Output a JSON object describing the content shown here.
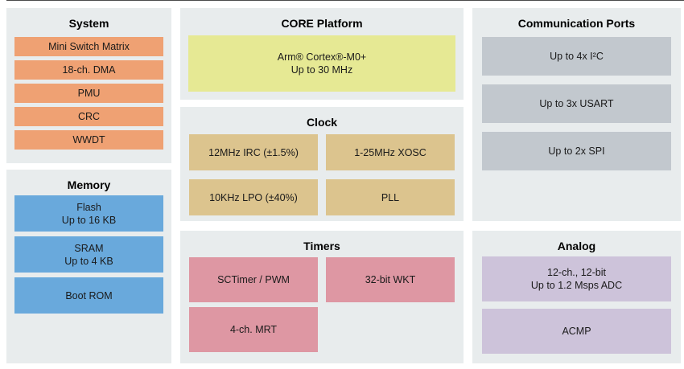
{
  "colors": {
    "panel_bg": "#e8eced",
    "system_block": "#efa173",
    "memory_block": "#69a9dc",
    "core_block": "#e6e994",
    "clock_block": "#dcc48e",
    "timers_block": "#de97a3",
    "comm_block": "#c2c8ce",
    "analog_block": "#cdc3da"
  },
  "panels": {
    "system": {
      "title": "System",
      "blocks": [
        "Mini Switch Matrix",
        "18-ch. DMA",
        "PMU",
        "CRC",
        "WWDT"
      ]
    },
    "memory": {
      "title": "Memory",
      "blocks": [
        "Flash\nUp to 16 KB",
        "SRAM\nUp to 4 KB",
        "Boot ROM"
      ]
    },
    "core": {
      "title": "CORE Platform",
      "blocks": [
        "Arm® Cortex®-M0+\nUp to 30 MHz"
      ]
    },
    "clock": {
      "title": "Clock",
      "blocks": [
        "12MHz IRC (±1.5%)",
        "1-25MHz XOSC",
        "10KHz LPO (±40%)",
        "PLL"
      ]
    },
    "timers": {
      "title": "Timers",
      "blocks": [
        "SCTimer / PWM",
        "32-bit WKT",
        "4-ch. MRT"
      ]
    },
    "comm": {
      "title": "Communication Ports",
      "blocks": [
        "Up to 4x I²C",
        "Up to 3x USART",
        "Up to 2x SPI"
      ]
    },
    "analog": {
      "title": "Analog",
      "blocks": [
        "12-ch., 12-bit\nUp to 1.2 Msps ADC",
        "ACMP"
      ]
    }
  }
}
